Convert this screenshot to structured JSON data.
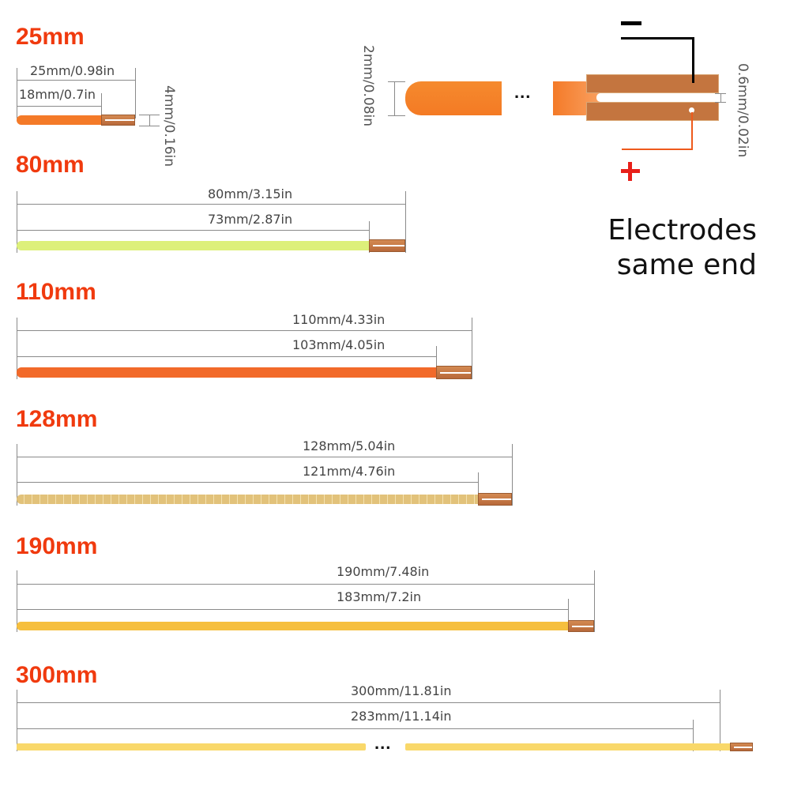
{
  "filaments": [
    {
      "title": "25mm",
      "total_label": "25mm/0.98in",
      "led_label": "18mm/0.7in",
      "color": "#f47a28",
      "width_label": "4mm/0.16in"
    },
    {
      "title": "80mm",
      "total_label": "80mm/3.15in",
      "led_label": "73mm/2.87in",
      "color": "#ddf07a"
    },
    {
      "title": "110mm",
      "total_label": "110mm/4.33in",
      "led_label": "103mm/4.05in",
      "color": "#f26a2a"
    },
    {
      "title": "128mm",
      "total_label": "128mm/5.04in",
      "led_label": "121mm/4.76in",
      "color": "#e2c27a"
    },
    {
      "title": "190mm",
      "total_label": "190mm/7.48in",
      "led_label": "183mm/7.2in",
      "color": "#f6bf3e"
    },
    {
      "title": "300mm",
      "total_label": "300mm/11.81in",
      "led_label": "283mm/11.14in",
      "color": "#f9d86a",
      "ellipsis": "..."
    }
  ],
  "detail": {
    "thickness_label": "2mm/0.08in",
    "gap_label": "0.6mm/0.02in",
    "ellipsis": "...",
    "negative_sign": "−",
    "positive_sign": "+",
    "electrodes_line1": "Electrodes",
    "electrodes_line2": "same end"
  },
  "colors": {
    "title": "#f03a0e",
    "copper_pad": "#c4753f",
    "positive": "#e8201a",
    "negative": "#000000"
  }
}
